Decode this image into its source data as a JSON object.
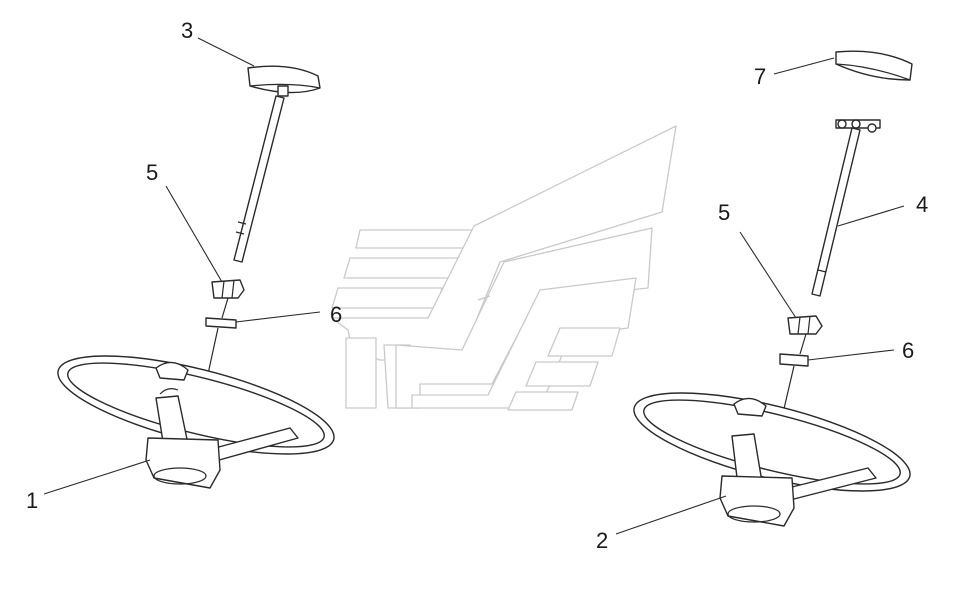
{
  "diagram": {
    "colors": {
      "line": "#2a2a2a",
      "watermark": "#c9c9c9",
      "background": "#ffffff"
    },
    "assemblies": {
      "left": {
        "parts": {
          "wheel": "1",
          "stem": "3",
          "nut": "5",
          "washer": "6"
        }
      },
      "right": {
        "parts": {
          "wheel": "2",
          "stem": "4",
          "nut": "5",
          "washer": "6",
          "cap": "7"
        }
      }
    }
  }
}
